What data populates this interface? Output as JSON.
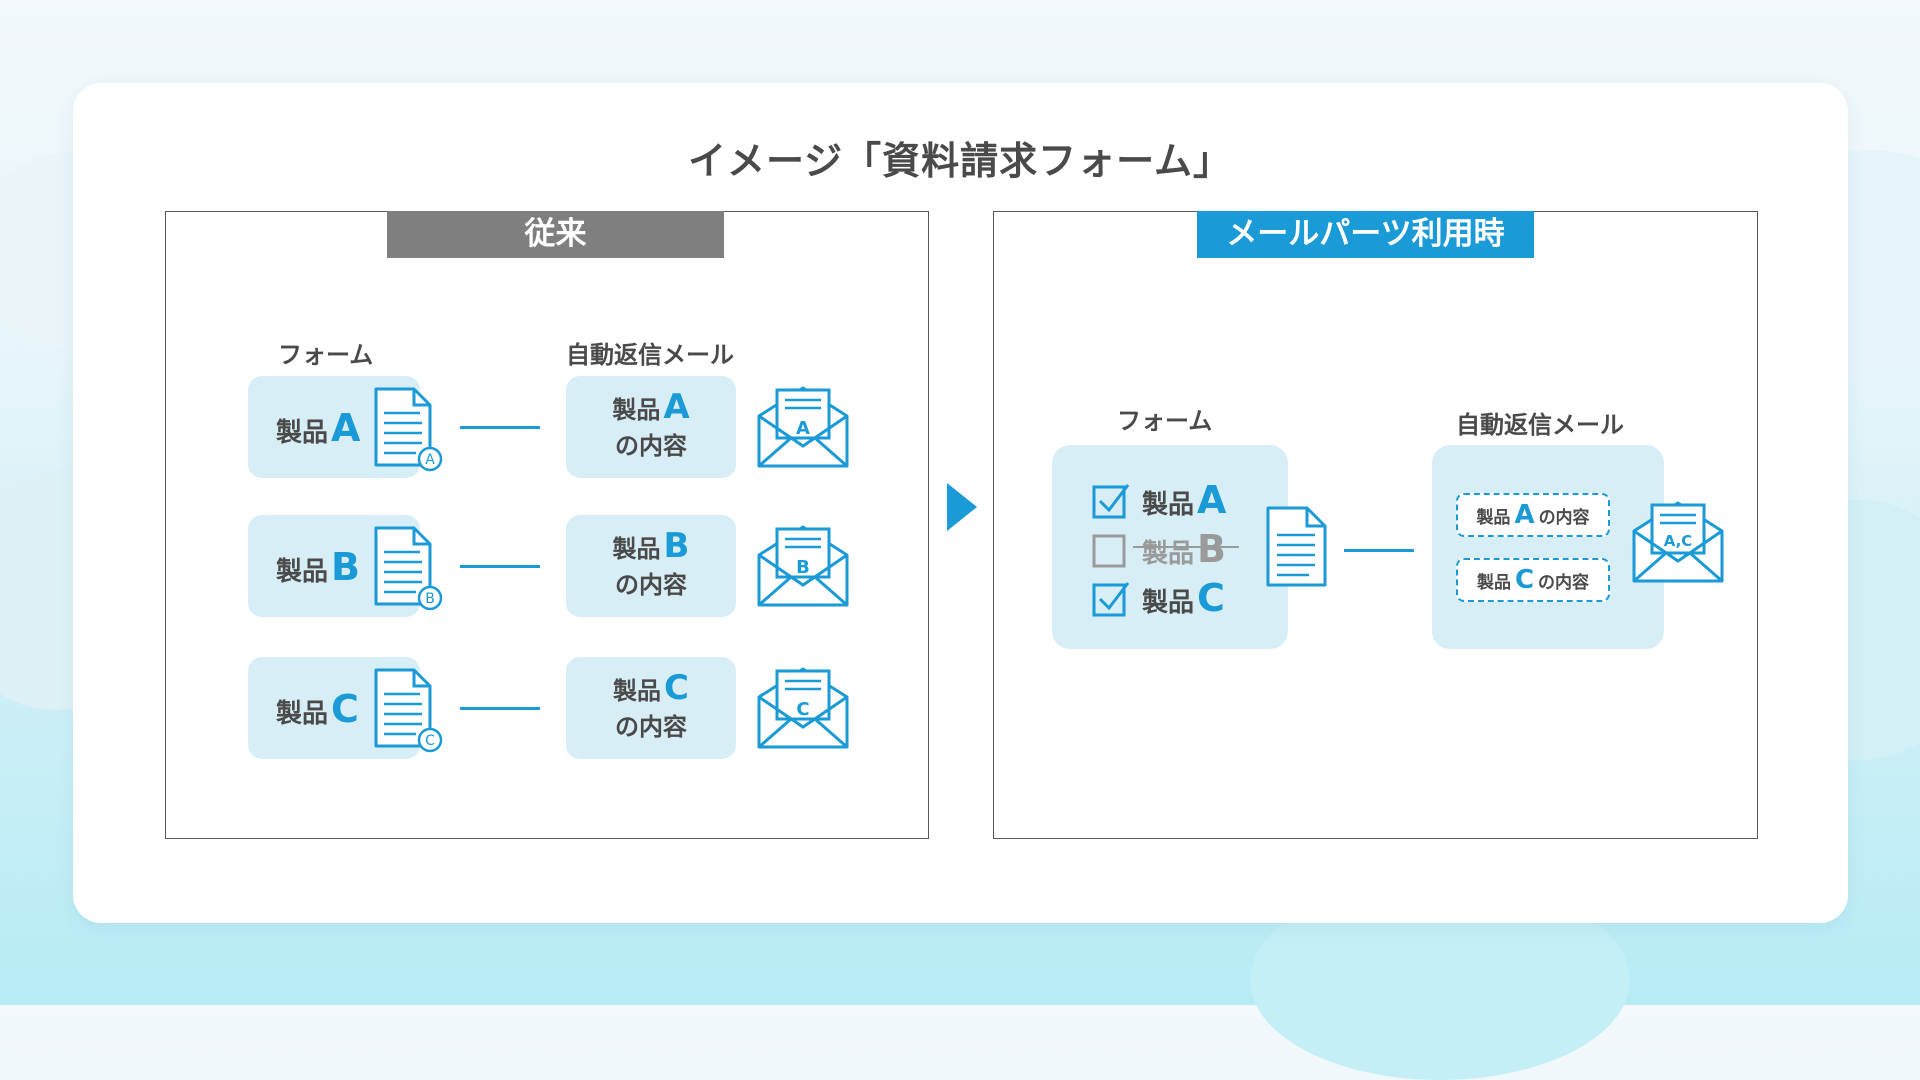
{
  "title": "イメージ「資料請求フォーム」",
  "colors": {
    "accent": "#1a9ad6",
    "gray_header": "#7f7f7f",
    "box": "#d8eef6",
    "text": "#4a4a4a"
  },
  "before": {
    "header": "従来",
    "form_label": "フォーム",
    "mail_label": "自動返信メール",
    "rows": [
      {
        "product": "製品",
        "letter": "A",
        "content_prefix": "製品",
        "content_letter": "A",
        "content_suffix": "の内容",
        "doc_badge": "A",
        "mail_badge": "A"
      },
      {
        "product": "製品",
        "letter": "B",
        "content_prefix": "製品",
        "content_letter": "B",
        "content_suffix": "の内容",
        "doc_badge": "B",
        "mail_badge": "B"
      },
      {
        "product": "製品",
        "letter": "C",
        "content_prefix": "製品",
        "content_letter": "C",
        "content_suffix": "の内容",
        "doc_badge": "C",
        "mail_badge": "C"
      }
    ]
  },
  "after": {
    "header": "メールパーツ利用時",
    "form_label": "フォーム",
    "mail_label": "自動返信メール",
    "checks": [
      {
        "product": "製品",
        "letter": "A",
        "checked": true
      },
      {
        "product": "製品",
        "letter": "B",
        "checked": false
      },
      {
        "product": "製品",
        "letter": "C",
        "checked": true
      }
    ],
    "parts": [
      {
        "prefix": "製品",
        "letter": "A",
        "suffix": "の内容"
      },
      {
        "prefix": "製品",
        "letter": "C",
        "suffix": "の内容"
      }
    ],
    "mail_badge": "A,C"
  },
  "icons": [
    "checkbox-checked-icon",
    "checkbox-empty-icon",
    "document-icon",
    "envelope-icon",
    "play-arrow-icon"
  ]
}
